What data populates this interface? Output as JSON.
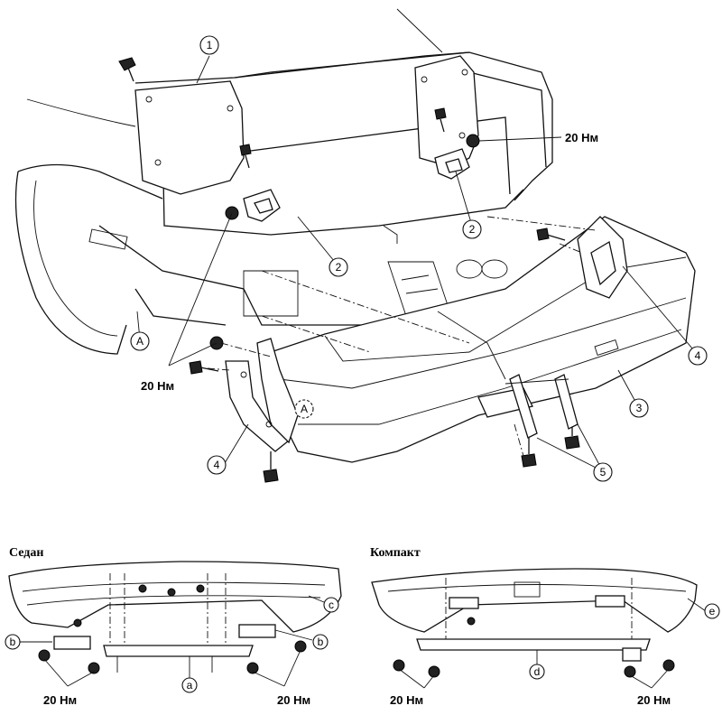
{
  "callouts_main": {
    "c1": "1",
    "c2a": "2",
    "c2b": "2",
    "c3": "3",
    "c4a": "4",
    "c4b": "4",
    "c5": "5",
    "cA1": "A",
    "cA2": "A"
  },
  "torque_main": {
    "t1": "20 Нм",
    "t2": "20 Нм"
  },
  "sedan": {
    "title": "Седан",
    "a": "a",
    "b1": "b",
    "b2": "b",
    "c": "c",
    "torque_left": "20 Нм",
    "torque_right": "20 Нм"
  },
  "compact": {
    "title": "Компакт",
    "d": "d",
    "e": "e",
    "torque_left": "20 Нм",
    "torque_right": "20 Нм"
  }
}
